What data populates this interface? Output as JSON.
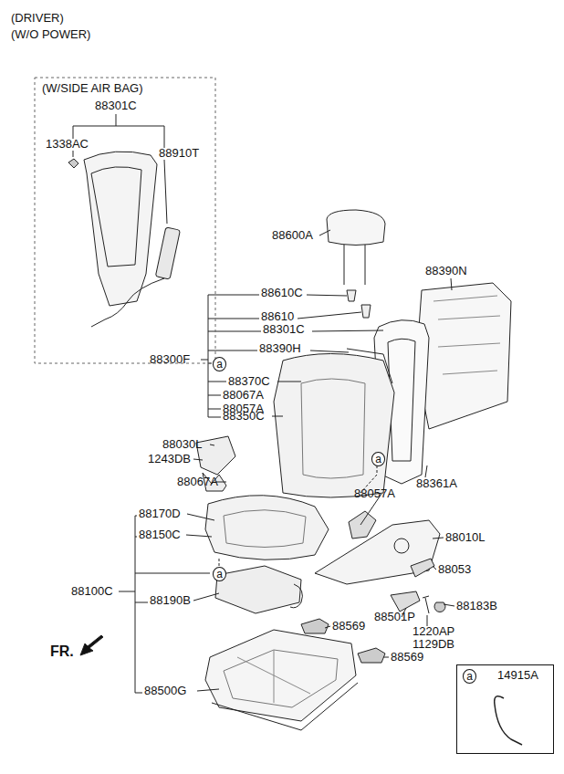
{
  "diagram": {
    "nodes": [
      {
        "text": [
          "(W/SIDE AIR BAG)"
        ]
      },
      {
        "text": [
          "a"
        ]
      },
      {
        "text": [
          "a"
        ]
      },
      {
        "text": [
          "a"
        ]
      },
      {
        "text": [
          "14915A"
        ]
      },
      {
        "text": [
          "a"
        ],
        "in": 4
      }
    ],
    "labels": [
      "(DRIVER)",
      "(W/O POWER)",
      "88301C",
      "1338AC",
      "88910T",
      "88600A",
      "88390N",
      "88610C",
      "88610",
      "88301C",
      "88390H",
      "88300F",
      "88370C",
      "88067A",
      "88057A",
      "88350C",
      "88030L",
      "1243DB",
      "88067A",
      "88057A",
      "88361A",
      "88170D",
      "88010L",
      "88150C",
      "88053",
      "88100C",
      "88501P",
      "88183B",
      "88190B",
      "1220AP",
      "1129DB",
      "88569",
      "FR.",
      "88500G",
      "88569"
    ]
  }
}
